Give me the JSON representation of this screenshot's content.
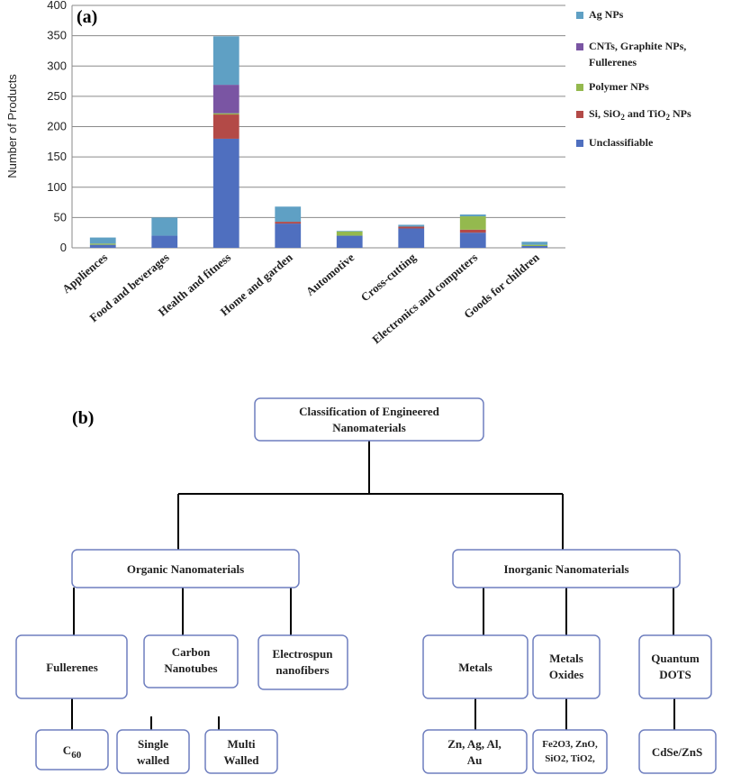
{
  "panel_a_label": "(a)",
  "panel_b_label": "(b)",
  "chart_data": {
    "type": "bar",
    "stacked": true,
    "ylabel": "Number of Products",
    "xlabel": "",
    "ylim": [
      0,
      400
    ],
    "yticks": [
      0,
      50,
      100,
      150,
      200,
      250,
      300,
      350,
      400
    ],
    "grid": true,
    "legend_position": "right",
    "categories": [
      "Appliences",
      "Food and beverages",
      "Health and fitness",
      "Home and garden",
      "Automotive",
      "Cross-cutting",
      "Electronics and computers",
      "Goods for children"
    ],
    "series": [
      {
        "name": "Unclassifiable",
        "color": "#4f6fbf",
        "values": [
          5,
          20,
          180,
          40,
          20,
          32,
          25,
          3
        ]
      },
      {
        "name": "Si, SiO2 and TiO2 NPs",
        "color": "#b34a47",
        "values": [
          0,
          0,
          40,
          3,
          0,
          3,
          5,
          0
        ]
      },
      {
        "name": "Polymer NPs",
        "color": "#94b94e",
        "values": [
          2,
          0,
          2,
          0,
          7,
          0,
          22,
          2
        ]
      },
      {
        "name": "CNTs, Graphite NPs, Fullerenes",
        "color": "#7a55a3",
        "values": [
          0,
          0,
          47,
          0,
          0,
          0,
          0,
          0
        ]
      },
      {
        "name": "Ag NPs",
        "color": "#5fa0c4",
        "values": [
          10,
          30,
          80,
          25,
          1,
          3,
          3,
          5
        ]
      }
    ]
  },
  "legend_lines": [
    {
      "series": "Ag NPs",
      "lines": [
        "Ag NPs"
      ]
    },
    {
      "series": "CNTs, Graphite NPs, Fullerenes",
      "lines": [
        "CNTs, Graphite NPs,",
        "Fullerenes"
      ]
    },
    {
      "series": "Polymer NPs",
      "lines": [
        "Polymer NPs"
      ]
    },
    {
      "series": "Si, SiO2 and TiO2 NPs",
      "lines": [
        "Si, SiO",
        "2",
        " and TiO",
        "2",
        " NPs"
      ]
    },
    {
      "series": "Unclassifiable",
      "lines": [
        "Unclassifiable"
      ]
    }
  ],
  "tree": {
    "root": [
      "Classification of Engineered",
      "Nanomaterials"
    ],
    "organic": "Organic Nanomaterials",
    "inorganic": "Inorganic Nanomaterials",
    "fullerenes": "Fullerenes",
    "carbon_nanotubes": [
      "Carbon",
      "Nanotubes"
    ],
    "electrospun": [
      "Electrospun",
      "nanofibers"
    ],
    "metals": "Metals",
    "metal_oxides": [
      "Metals",
      "Oxides"
    ],
    "quantum_dots": [
      "Quantum",
      "DOTS"
    ],
    "c60": [
      "C",
      "60"
    ],
    "single_walled": [
      "Single",
      "walled"
    ],
    "multi_walled": [
      "Multi",
      "Walled"
    ],
    "zn_ag": [
      "Zn, Ag, Al,",
      "Au"
    ],
    "oxides_list": [
      "Fe2O3, ZnO,",
      "SiO2, TiO2,"
    ],
    "cdse": "CdSe/ZnS"
  }
}
